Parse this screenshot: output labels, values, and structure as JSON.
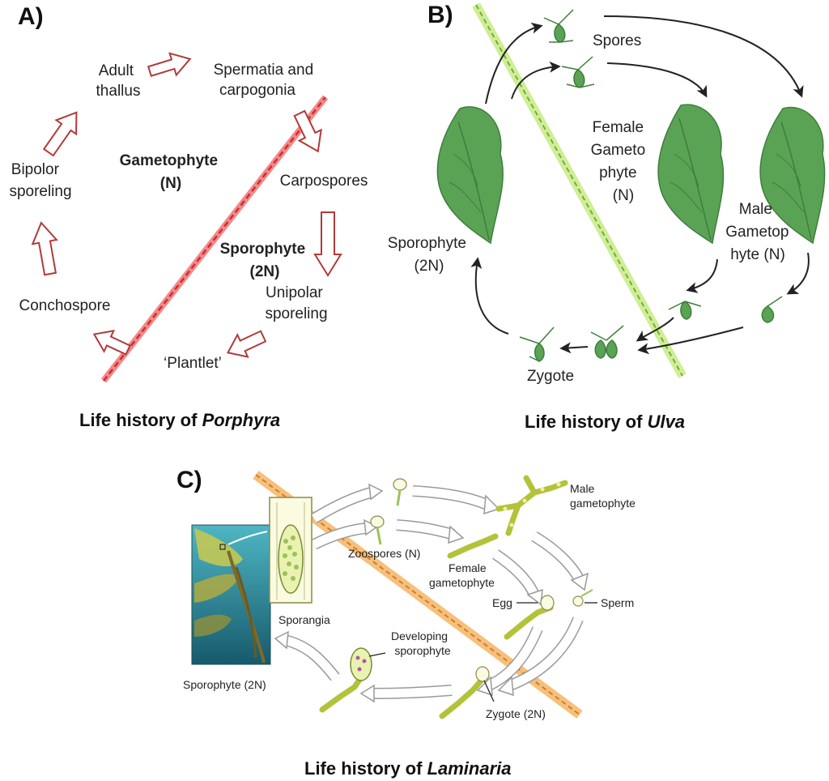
{
  "panel_a": {
    "letter": "A)",
    "labels": {
      "adult_thallus": [
        "Adult",
        "thallus"
      ],
      "spermatia": [
        "Spermatia and",
        "carpogonia"
      ],
      "carpospores": "Carpospores",
      "gametophyte": [
        "Gametophyte",
        "(N)"
      ],
      "sporophyte": [
        "Sporophyte",
        "(2N)"
      ],
      "unipolar": [
        "Unipolar",
        "sporeling"
      ],
      "plantlet": "‘Plantlet’",
      "conchospore": "Conchospore",
      "bipolor": [
        "Bipolor",
        "sporeling"
      ]
    },
    "caption_prefix": "Life history of ",
    "caption_italic": "Porphyra",
    "colors": {
      "arrow": "#b23a3a",
      "divider": "#e0303a"
    }
  },
  "panel_b": {
    "letter": "B)",
    "labels": {
      "spores": "Spores",
      "female": [
        "Female",
        "Gameto",
        "phyte",
        "(N)"
      ],
      "male": [
        "Male",
        "Gametop",
        "hyte (N)"
      ],
      "sporophyte": [
        "Sporophyte",
        "(2N)"
      ],
      "zygote": "Zygote"
    },
    "caption_prefix": "Life history of ",
    "caption_italic": "Ulva",
    "colors": {
      "thallus": "#5aa355",
      "divider": "#a8d86a"
    }
  },
  "panel_c": {
    "letter": "C)",
    "labels": {
      "male": [
        "Male",
        "gametophyte"
      ],
      "zoospores": "Zoospores (N)",
      "female": [
        "Female",
        "gametophyte"
      ],
      "egg": "Egg",
      "sperm": "Sperm",
      "developing": [
        "Developing",
        "sporophyte"
      ],
      "sporangia": "Sporangia",
      "sporophyte": "Sporophyte (2N)",
      "zygote": "Zygote (2N)"
    },
    "caption_prefix": "Life history of ",
    "caption_italic": "Laminaria",
    "colors": {
      "divider": "#f0a050",
      "filament": "#d8e65a",
      "water": "#2f8f9e"
    }
  }
}
